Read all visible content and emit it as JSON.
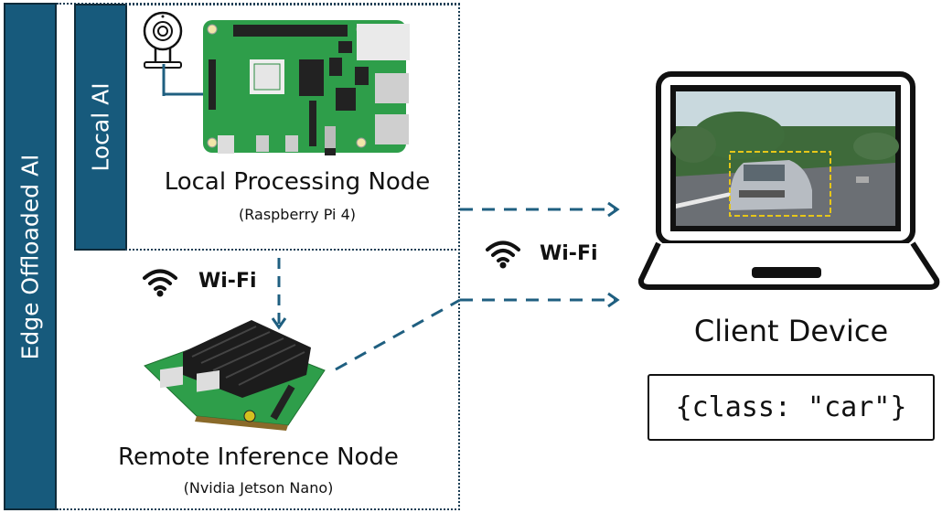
{
  "diagram": {
    "outer_group": {
      "label": "Edge Offloaded  AI"
    },
    "inner_group": {
      "label": "Local AI"
    },
    "local_node": {
      "title": "Local Processing Node",
      "subtitle": "(Raspberry Pi 4)",
      "icon": "raspberry-pi-board-icon",
      "peripheral_icon": "webcam-icon"
    },
    "remote_node": {
      "title": "Remote Inference Node",
      "subtitle": "(Nvidia Jetson Nano)",
      "icon": "jetson-nano-board-icon"
    },
    "client": {
      "title": "Client Device",
      "icon": "laptop-icon",
      "screen_content": "car-detection-image",
      "output": "{class: \"car\"}"
    },
    "links": [
      {
        "from": "local_node",
        "to": "remote_node",
        "medium": "Wi-Fi"
      },
      {
        "from": "local_node",
        "to": "client",
        "medium": "Wi-Fi"
      },
      {
        "from": "remote_node",
        "to": "client",
        "medium": "Wi-Fi"
      }
    ],
    "wifi_labels": {
      "left": "Wi-Fi",
      "center": "Wi-Fi"
    },
    "colors": {
      "accent": "#175a7c",
      "accent_border": "#0f2b3a",
      "arrow": "#1f5f80",
      "detection_box": "#e6c619",
      "board_green": "#2e9e4a"
    }
  }
}
